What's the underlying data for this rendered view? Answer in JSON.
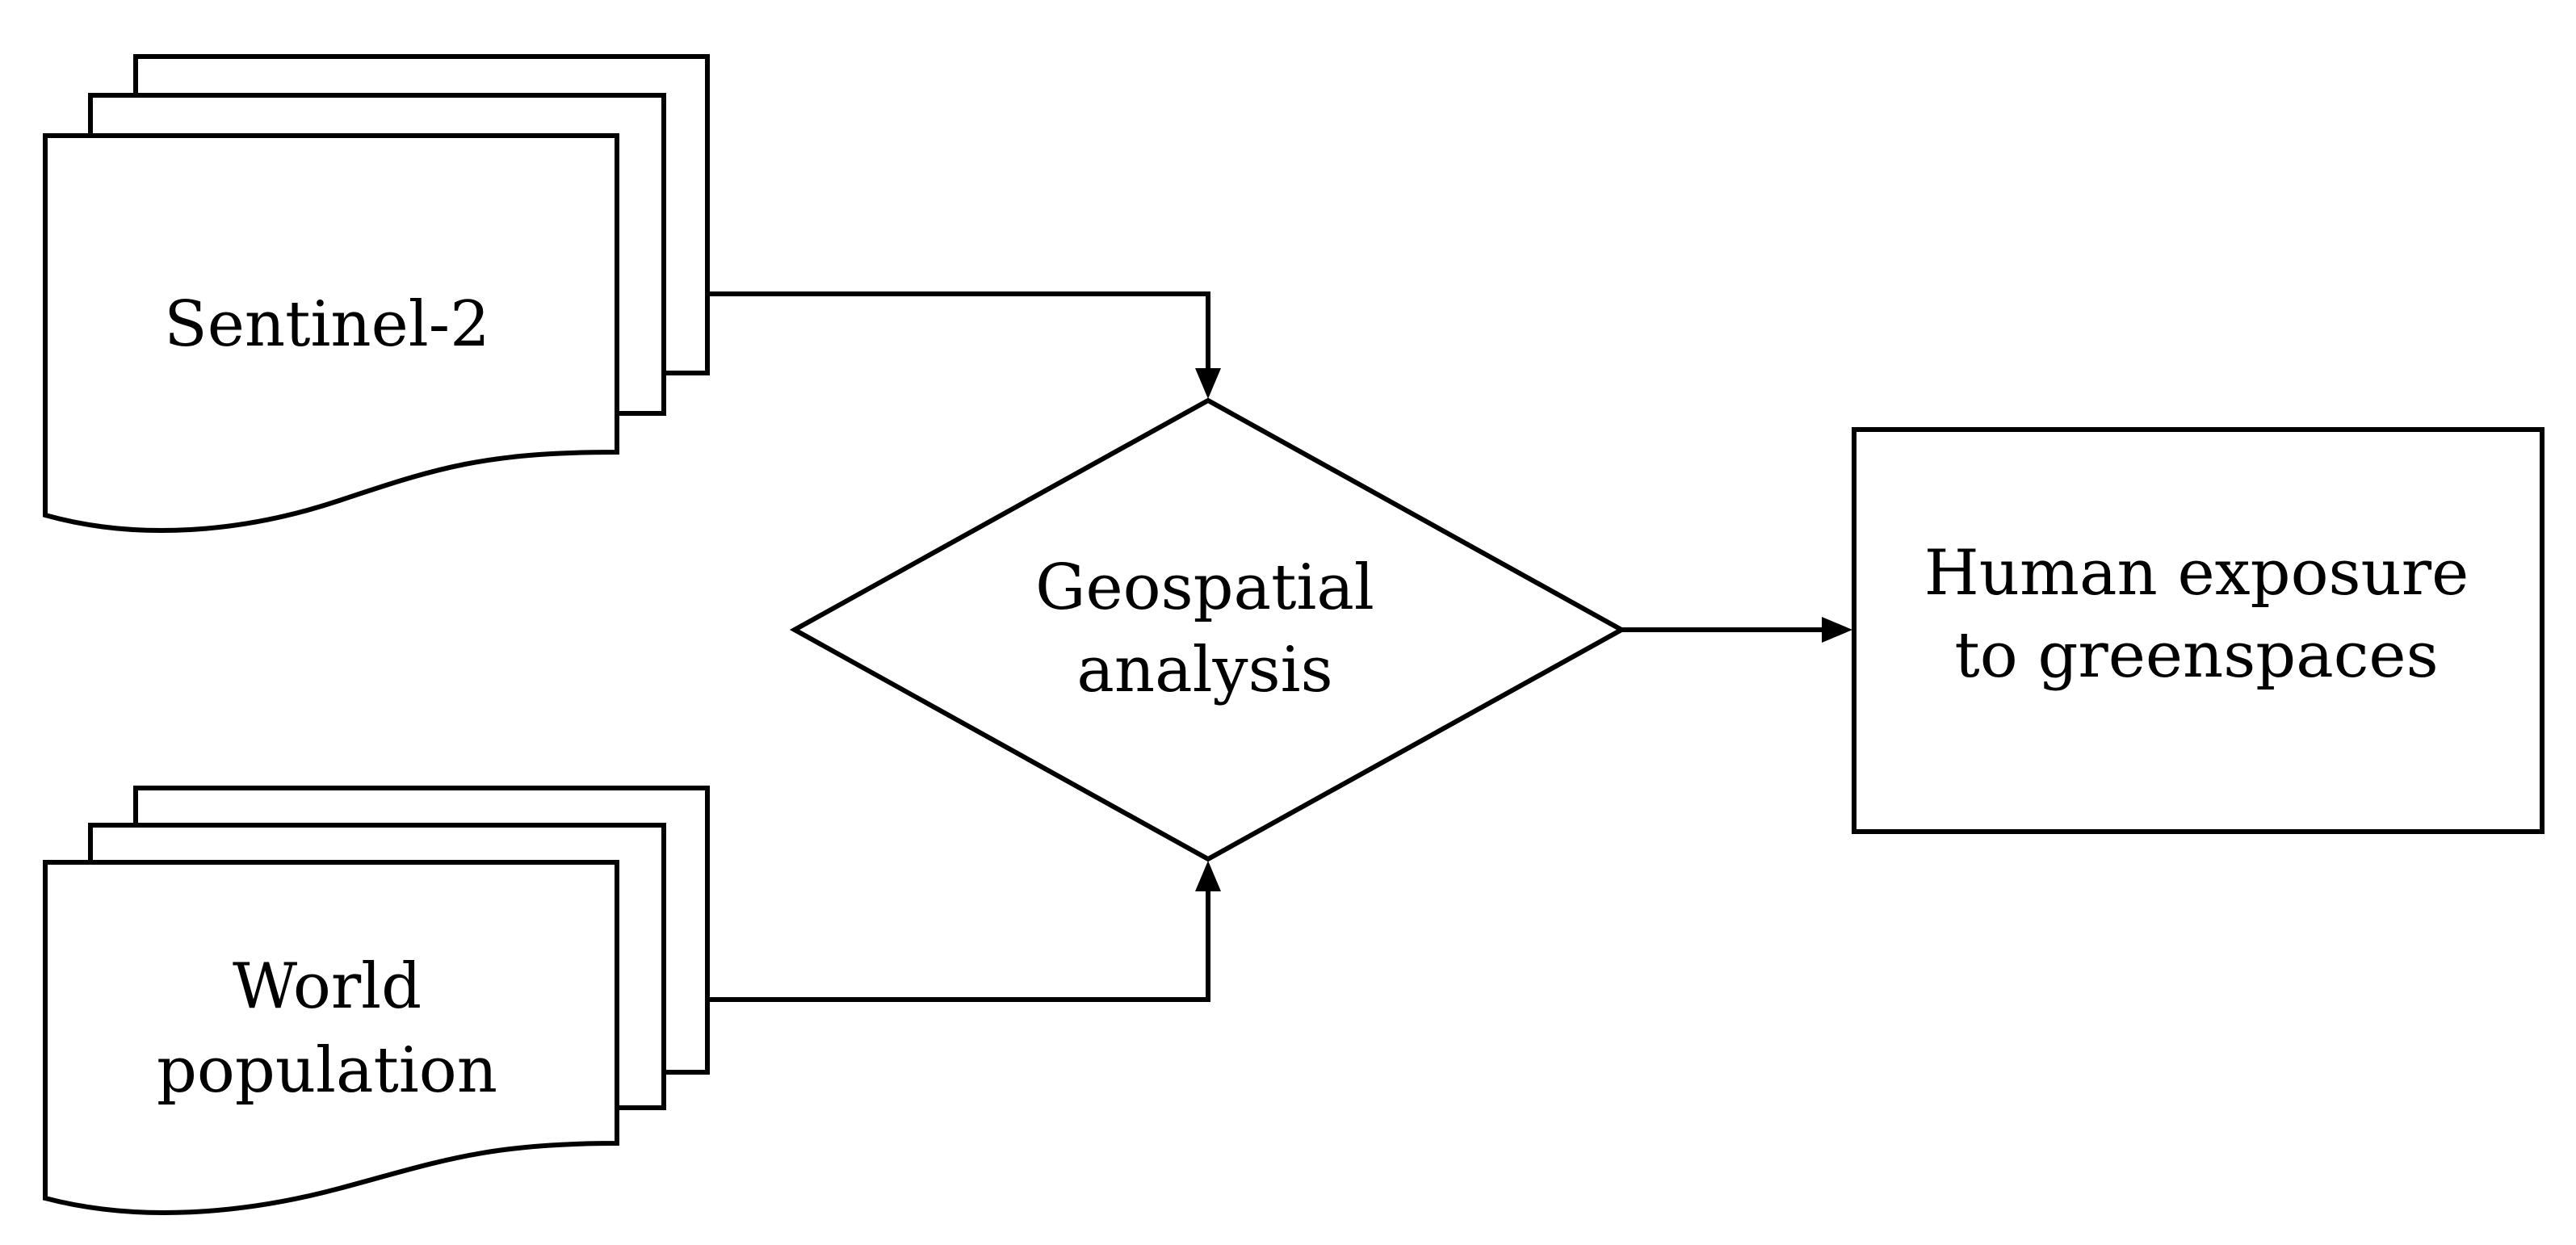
{
  "diagram": {
    "inputs": [
      {
        "id": "sentinel",
        "shape": "multi-document",
        "lines": [
          "Sentinel-2"
        ]
      },
      {
        "id": "population",
        "shape": "multi-document",
        "lines": [
          "World",
          "population"
        ]
      }
    ],
    "process": {
      "shape": "decision-diamond",
      "lines": [
        "Geospatial",
        "analysis"
      ]
    },
    "output": {
      "shape": "rectangle",
      "lines": [
        "Human exposure",
        "to greenspaces"
      ]
    },
    "edges": [
      {
        "from": "sentinel",
        "to": "process"
      },
      {
        "from": "population",
        "to": "process"
      },
      {
        "from": "process",
        "to": "output"
      }
    ]
  }
}
